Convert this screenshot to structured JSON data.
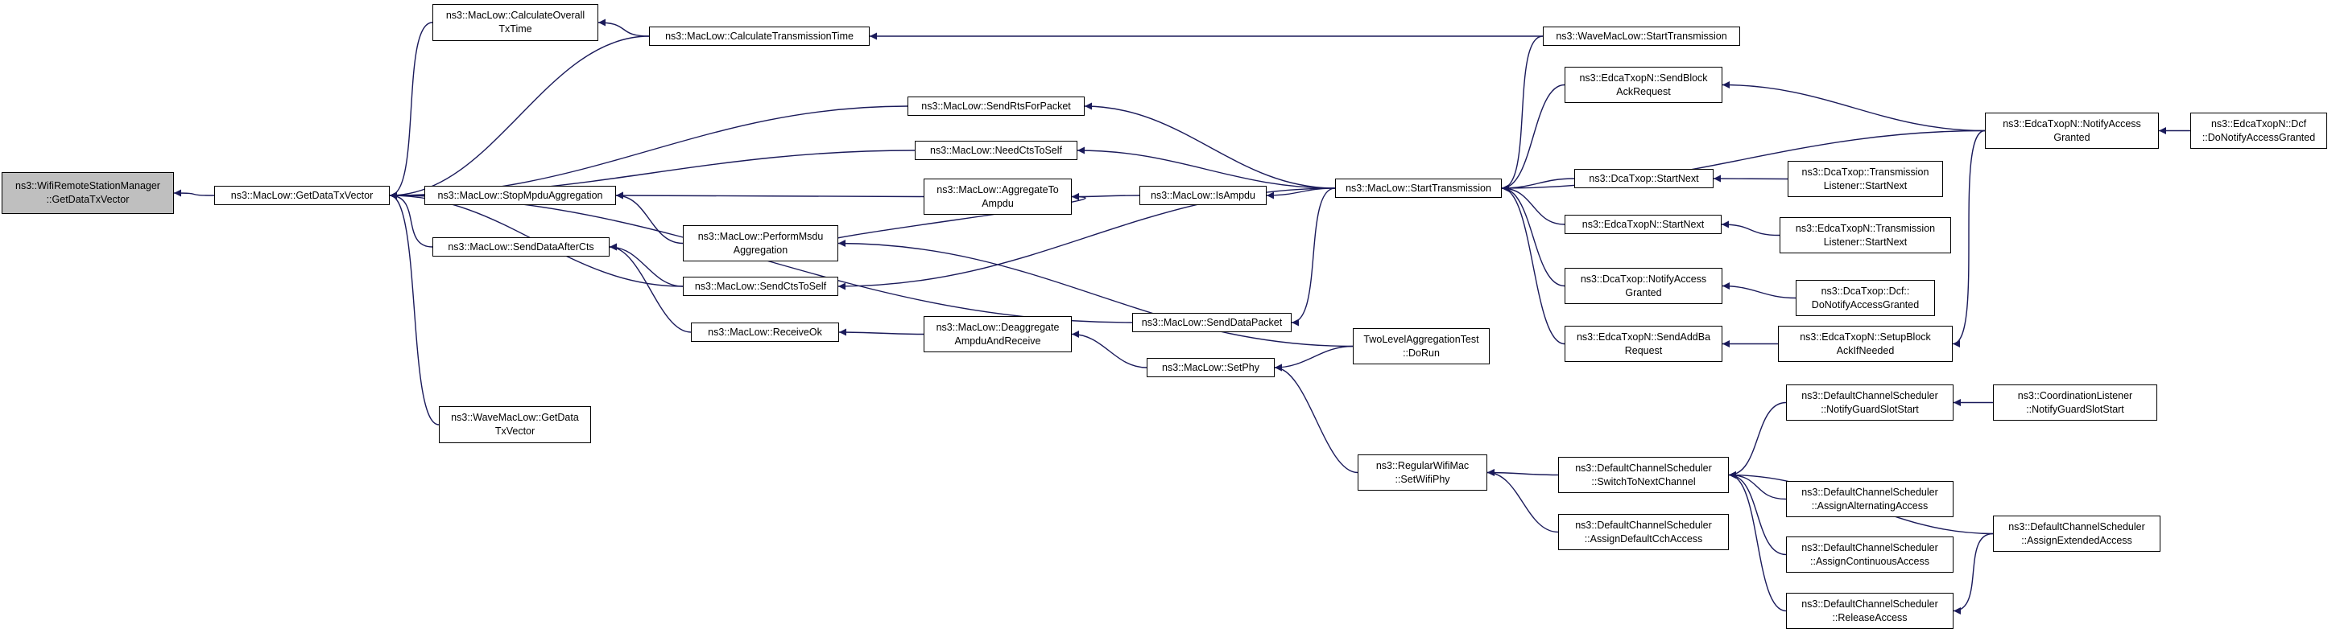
{
  "diagram": {
    "nodes": [
      {
        "id": "root",
        "lines": [
          "ns3::WifiRemoteStationManager",
          "::GetDataTxVector"
        ],
        "focus": true
      },
      {
        "id": "gdtv",
        "lines": [
          "ns3::MacLow::GetDataTxVector"
        ]
      },
      {
        "id": "cot",
        "lines": [
          "ns3::MacLow::CalculateOverall",
          "TxTime"
        ]
      },
      {
        "id": "ctt",
        "lines": [
          "ns3::MacLow::CalculateTransmissionTime"
        ]
      },
      {
        "id": "wst",
        "lines": [
          "ns3::WaveMacLow::StartTransmission"
        ]
      },
      {
        "id": "srts",
        "lines": [
          "ns3::MacLow::SendRtsForPacket"
        ]
      },
      {
        "id": "ncts",
        "lines": [
          "ns3::MacLow::NeedCtsToSelf"
        ]
      },
      {
        "id": "smpdu",
        "lines": [
          "ns3::MacLow::StopMpduAggregation"
        ]
      },
      {
        "id": "atoa",
        "lines": [
          "ns3::MacLow::AggregateTo",
          "Ampdu"
        ]
      },
      {
        "id": "pma",
        "lines": [
          "ns3::MacLow::PerformMsdu",
          "Aggregation"
        ]
      },
      {
        "id": "isa",
        "lines": [
          "ns3::MacLow::IsAmpdu"
        ]
      },
      {
        "id": "st",
        "lines": [
          "ns3::MacLow::StartTransmission"
        ]
      },
      {
        "id": "sdac",
        "lines": [
          "ns3::MacLow::SendDataAfterCts"
        ]
      },
      {
        "id": "scts",
        "lines": [
          "ns3::MacLow::SendCtsToSelf"
        ]
      },
      {
        "id": "rok",
        "lines": [
          "ns3::MacLow::ReceiveOk"
        ]
      },
      {
        "id": "dar",
        "lines": [
          "ns3::MacLow::Deaggregate",
          "AmpduAndReceive"
        ]
      },
      {
        "id": "sdp",
        "lines": [
          "ns3::MacLow::SendDataPacket"
        ]
      },
      {
        "id": "sphy",
        "lines": [
          "ns3::MacLow::SetPhy"
        ]
      },
      {
        "id": "wgdt",
        "lines": [
          "ns3::WaveMacLow::GetData",
          "TxVector"
        ]
      },
      {
        "id": "tla",
        "lines": [
          "TwoLevelAggregationTest",
          "::DoRun"
        ]
      },
      {
        "id": "rwm",
        "lines": [
          "ns3::RegularWifiMac",
          "::SetWifiPhy"
        ]
      },
      {
        "id": "esbar",
        "lines": [
          "ns3::EdcaTxopN::SendBlock",
          "AckRequest"
        ]
      },
      {
        "id": "dsn",
        "lines": [
          "ns3::DcaTxop::StartNext"
        ]
      },
      {
        "id": "esn",
        "lines": [
          "ns3::EdcaTxopN::StartNext"
        ]
      },
      {
        "id": "dnag",
        "lines": [
          "ns3::DcaTxop::NotifyAccess",
          "Granted"
        ]
      },
      {
        "id": "esabr",
        "lines": [
          "ns3::EdcaTxopN::SendAddBa",
          "Request"
        ]
      },
      {
        "id": "enag",
        "lines": [
          "ns3::EdcaTxopN::NotifyAccess",
          "Granted"
        ]
      },
      {
        "id": "edcf",
        "lines": [
          "ns3::EdcaTxopN::Dcf",
          "::DoNotifyAccessGranted"
        ]
      },
      {
        "id": "dtlsn",
        "lines": [
          "ns3::DcaTxop::Transmission",
          "Listener::StartNext"
        ]
      },
      {
        "id": "etlsn",
        "lines": [
          "ns3::EdcaTxopN::Transmission",
          "Listener::StartNext"
        ]
      },
      {
        "id": "ddcf",
        "lines": [
          "ns3::DcaTxop::Dcf::",
          "DoNotifyAccessGranted"
        ]
      },
      {
        "id": "esbai",
        "lines": [
          "ns3::EdcaTxopN::SetupBlock",
          "AckIfNeeded"
        ]
      },
      {
        "id": "dstnc",
        "lines": [
          "ns3::DefaultChannelScheduler",
          "::SwitchToNextChannel"
        ]
      },
      {
        "id": "dadca",
        "lines": [
          "ns3::DefaultChannelScheduler",
          "::AssignDefaultCchAccess"
        ]
      },
      {
        "id": "dngs",
        "lines": [
          "ns3::DefaultChannelScheduler",
          "::NotifyGuardSlotStart"
        ]
      },
      {
        "id": "cngs",
        "lines": [
          "ns3::CoordinationListener",
          "::NotifyGuardSlotStart"
        ]
      },
      {
        "id": "daaa",
        "lines": [
          "ns3::DefaultChannelScheduler",
          "::AssignAlternatingAccess"
        ]
      },
      {
        "id": "daca",
        "lines": [
          "ns3::DefaultChannelScheduler",
          "::AssignContinuousAccess"
        ]
      },
      {
        "id": "dra",
        "lines": [
          "ns3::DefaultChannelScheduler",
          "::ReleaseAccess"
        ]
      },
      {
        "id": "daea",
        "lines": [
          "ns3::DefaultChannelScheduler",
          "::AssignExtendedAccess"
        ]
      }
    ],
    "edges": [
      [
        "gdtv",
        "root"
      ],
      [
        "cot",
        "gdtv"
      ],
      [
        "ctt",
        "gdtv"
      ],
      [
        "srts",
        "gdtv"
      ],
      [
        "ncts",
        "gdtv"
      ],
      [
        "smpdu",
        "gdtv"
      ],
      [
        "scts",
        "gdtv"
      ],
      [
        "sdac",
        "gdtv"
      ],
      [
        "sdp",
        "gdtv"
      ],
      [
        "wgdt",
        "gdtv"
      ],
      [
        "ctt",
        "cot"
      ],
      [
        "wst",
        "ctt"
      ],
      [
        "st",
        "srts"
      ],
      [
        "st",
        "ncts"
      ],
      [
        "atoa",
        "smpdu"
      ],
      [
        "pma",
        "smpdu"
      ],
      [
        "pma",
        "atoa"
      ],
      [
        "isa",
        "atoa"
      ],
      [
        "st",
        "isa"
      ],
      [
        "tla",
        "pma"
      ],
      [
        "st",
        "scts"
      ],
      [
        "scts",
        "sdac"
      ],
      [
        "rok",
        "sdac"
      ],
      [
        "dar",
        "rok"
      ],
      [
        "sphy",
        "dar"
      ],
      [
        "st",
        "sdp"
      ],
      [
        "tla",
        "sphy"
      ],
      [
        "rwm",
        "sphy"
      ],
      [
        "wst",
        "st"
      ],
      [
        "esbar",
        "st"
      ],
      [
        "dsn",
        "st"
      ],
      [
        "esn",
        "st"
      ],
      [
        "dnag",
        "st"
      ],
      [
        "esabr",
        "st"
      ],
      [
        "enag",
        "st"
      ],
      [
        "enag",
        "esbar"
      ],
      [
        "edcf",
        "enag"
      ],
      [
        "dtlsn",
        "dsn"
      ],
      [
        "etlsn",
        "esn"
      ],
      [
        "ddcf",
        "dnag"
      ],
      [
        "esbai",
        "esabr"
      ],
      [
        "enag",
        "esbai"
      ],
      [
        "dstnc",
        "rwm"
      ],
      [
        "dadca",
        "rwm"
      ],
      [
        "dngs",
        "dstnc"
      ],
      [
        "cngs",
        "dngs"
      ],
      [
        "daaa",
        "dstnc"
      ],
      [
        "daca",
        "dstnc"
      ],
      [
        "dra",
        "dstnc"
      ],
      [
        "daea",
        "dstnc"
      ],
      [
        "daea",
        "dra"
      ]
    ]
  }
}
